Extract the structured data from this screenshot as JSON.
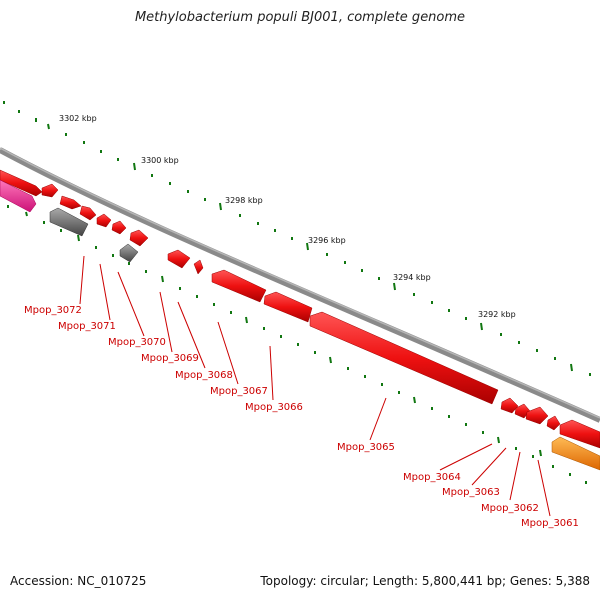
{
  "title": "Methylobacterium populi BJ001, complete genome",
  "footer": {
    "accession": "Accession: NC_010725",
    "summary": "Topology: circular; Length: 5,800,441 bp; Genes: 5,388"
  },
  "kbp_labels": [
    "3302 kbp",
    "3300 kbp",
    "3298 kbp",
    "3296 kbp",
    "3294 kbp",
    "3292 kbp"
  ],
  "genes": [
    "Mpop_3072",
    "Mpop_3071",
    "Mpop_3070",
    "Mpop_3069",
    "Mpop_3068",
    "Mpop_3067",
    "Mpop_3066",
    "Mpop_3065",
    "Mpop_3064",
    "Mpop_3063",
    "Mpop_3062",
    "Mpop_3061"
  ],
  "colors": {
    "backbone": "#8a8a8a",
    "cds": "#ee1111",
    "cds_alt": "#ff3399",
    "rna": "#777777",
    "orange_feature": "#ff8800",
    "tick": "#117711",
    "label": "#cc0000"
  }
}
